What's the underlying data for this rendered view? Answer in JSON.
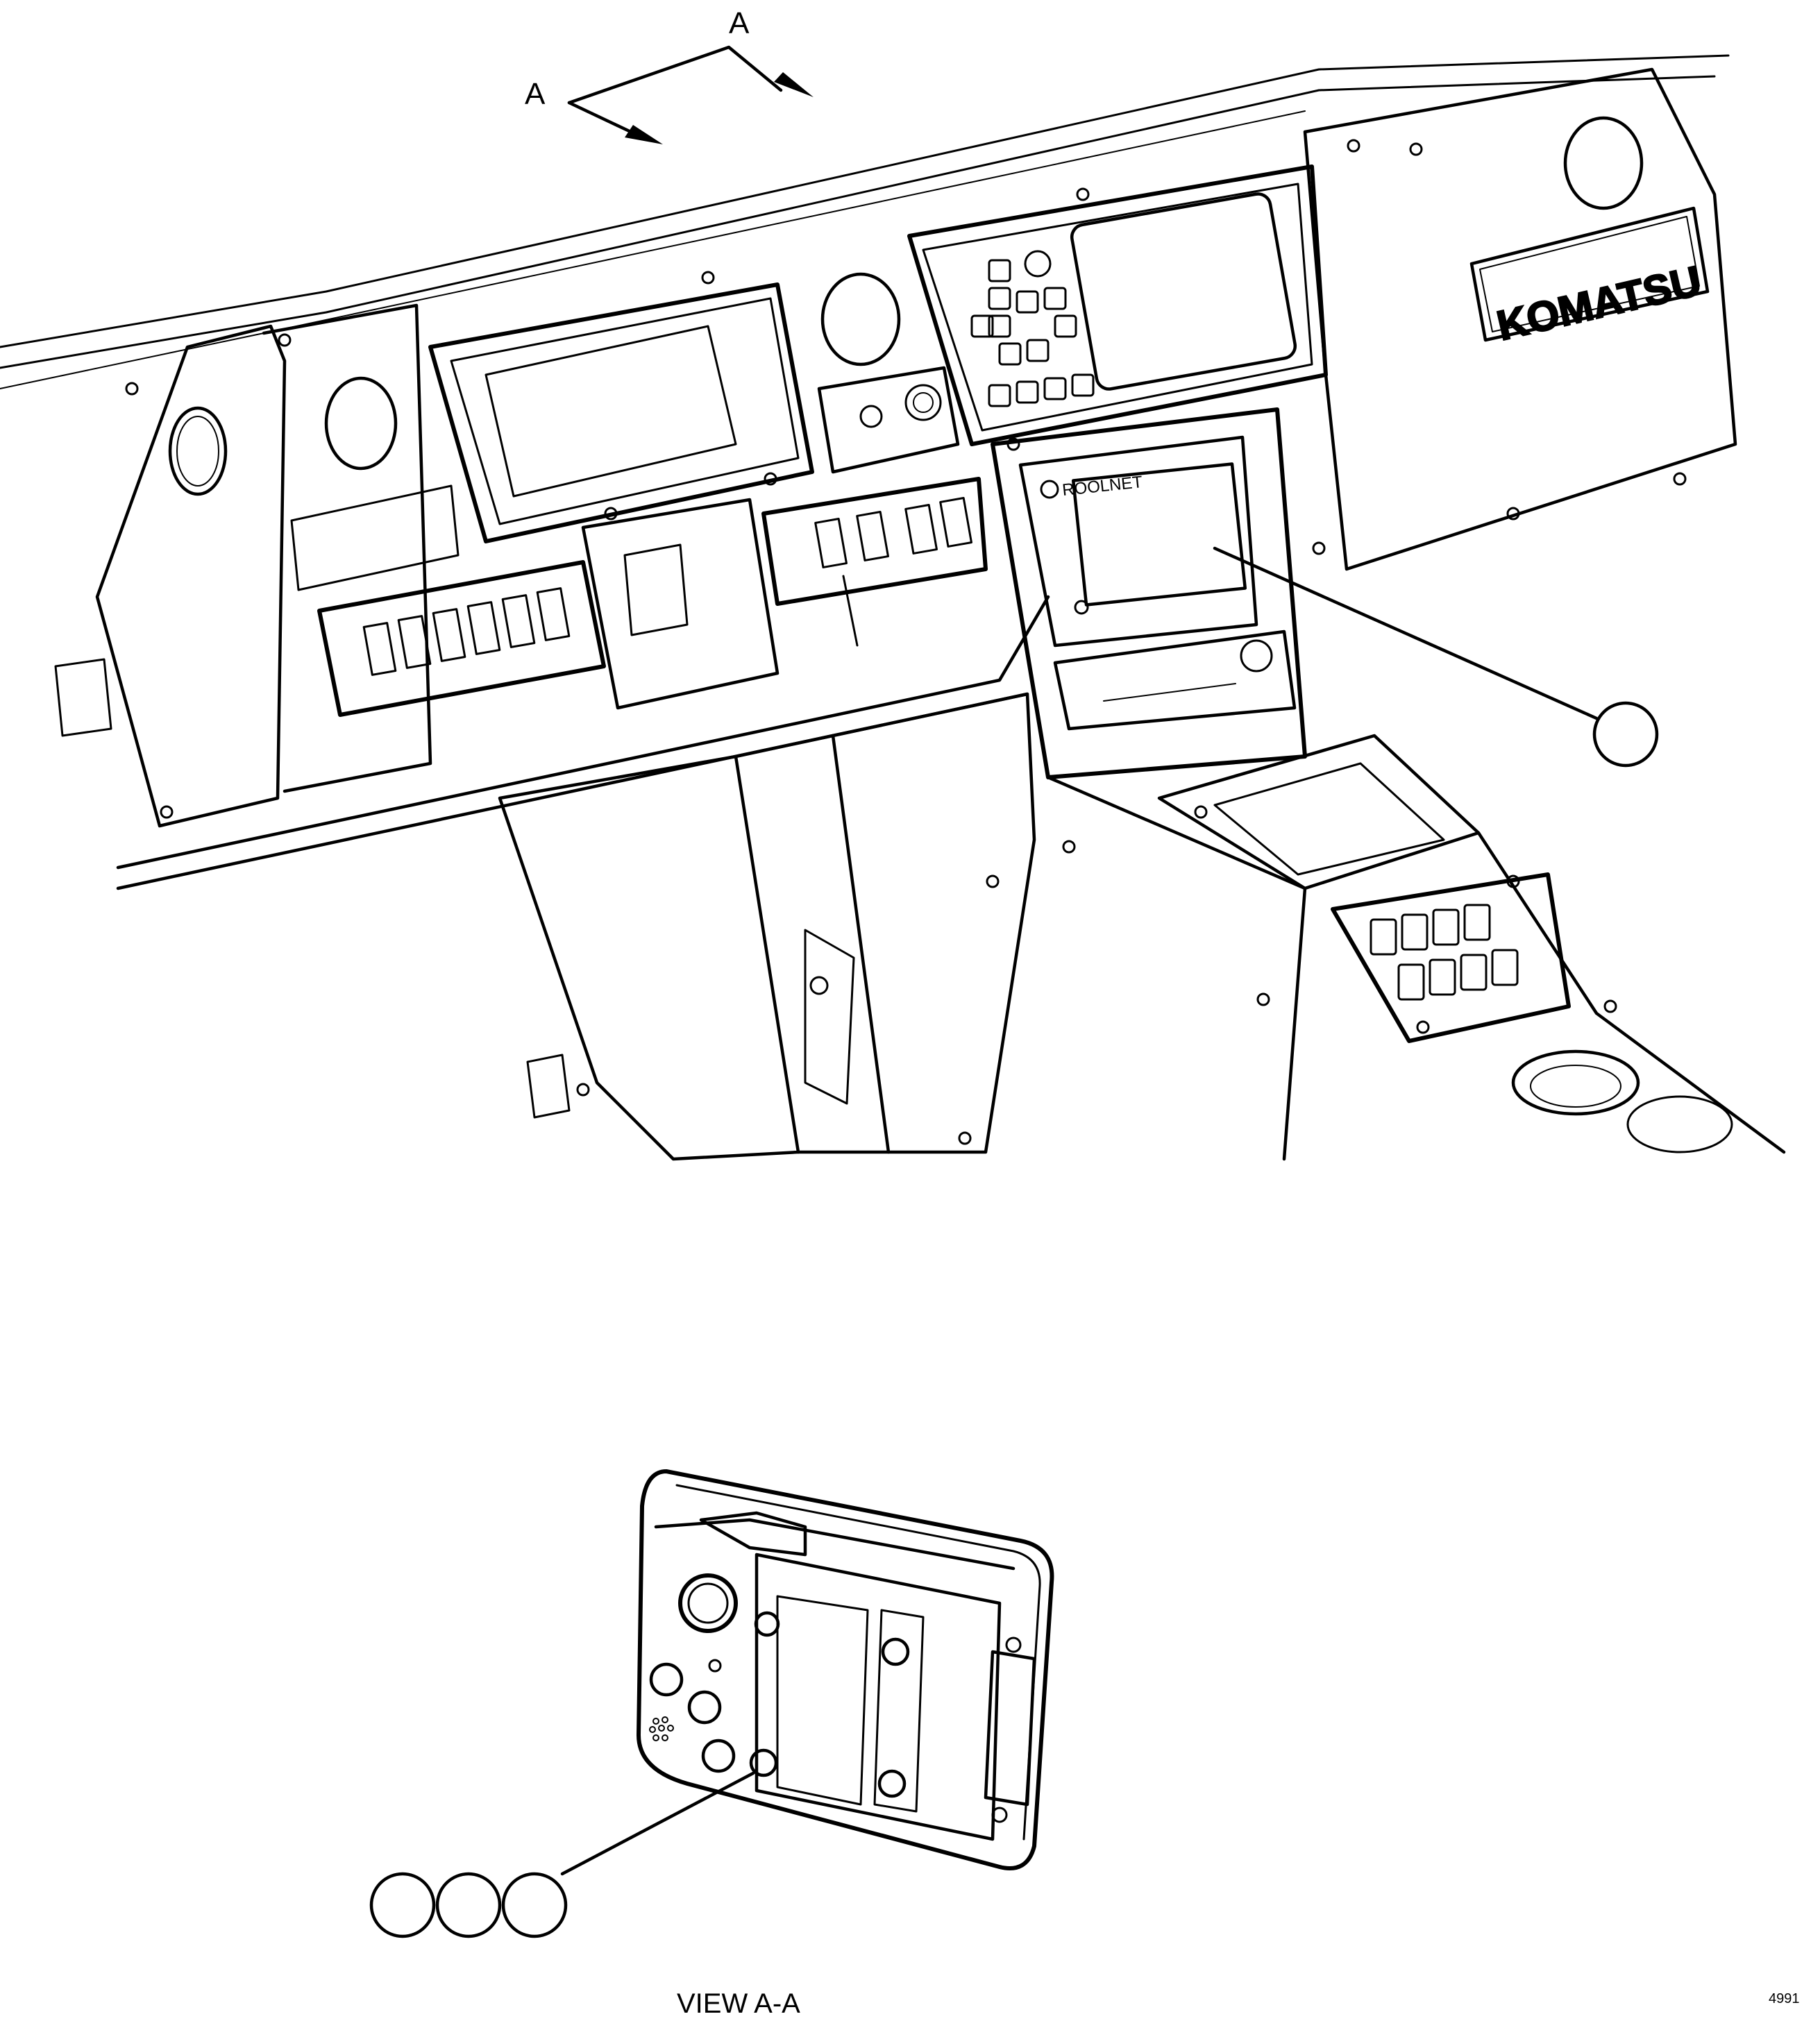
{
  "view_markers": {
    "left": "A",
    "right": "A"
  },
  "view_caption": "VIEW A-A",
  "logo_text": "KOMATSU",
  "display_brand": "ROOLNET",
  "sheet_id": "4991",
  "callouts": {
    "upper": [
      ""
    ],
    "lower": [
      "",
      "",
      ""
    ]
  }
}
